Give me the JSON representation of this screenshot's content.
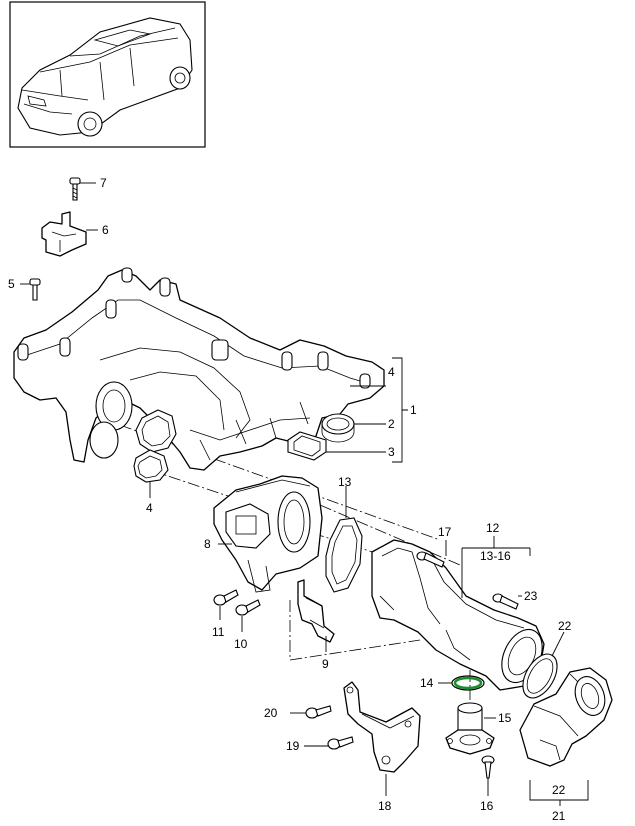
{
  "callouts": {
    "c1": "1",
    "c2": "2",
    "c3": "3",
    "c4a": "4",
    "c4b": "4",
    "c5": "5",
    "c6": "6",
    "c7": "7",
    "c8": "8",
    "c9": "9",
    "c10": "10",
    "c11": "11",
    "c12": "12",
    "c13": "13",
    "c13_16": "13-16",
    "c14": "14",
    "c15": "15",
    "c16": "16",
    "c17": "17",
    "c18": "18",
    "c19": "19",
    "c20": "20",
    "c21": "21",
    "c22a": "22",
    "c22b": "22",
    "c23": "23"
  },
  "colors": {
    "line": "#000000",
    "highlight": "#1a8f2e",
    "frame": "#000000"
  }
}
